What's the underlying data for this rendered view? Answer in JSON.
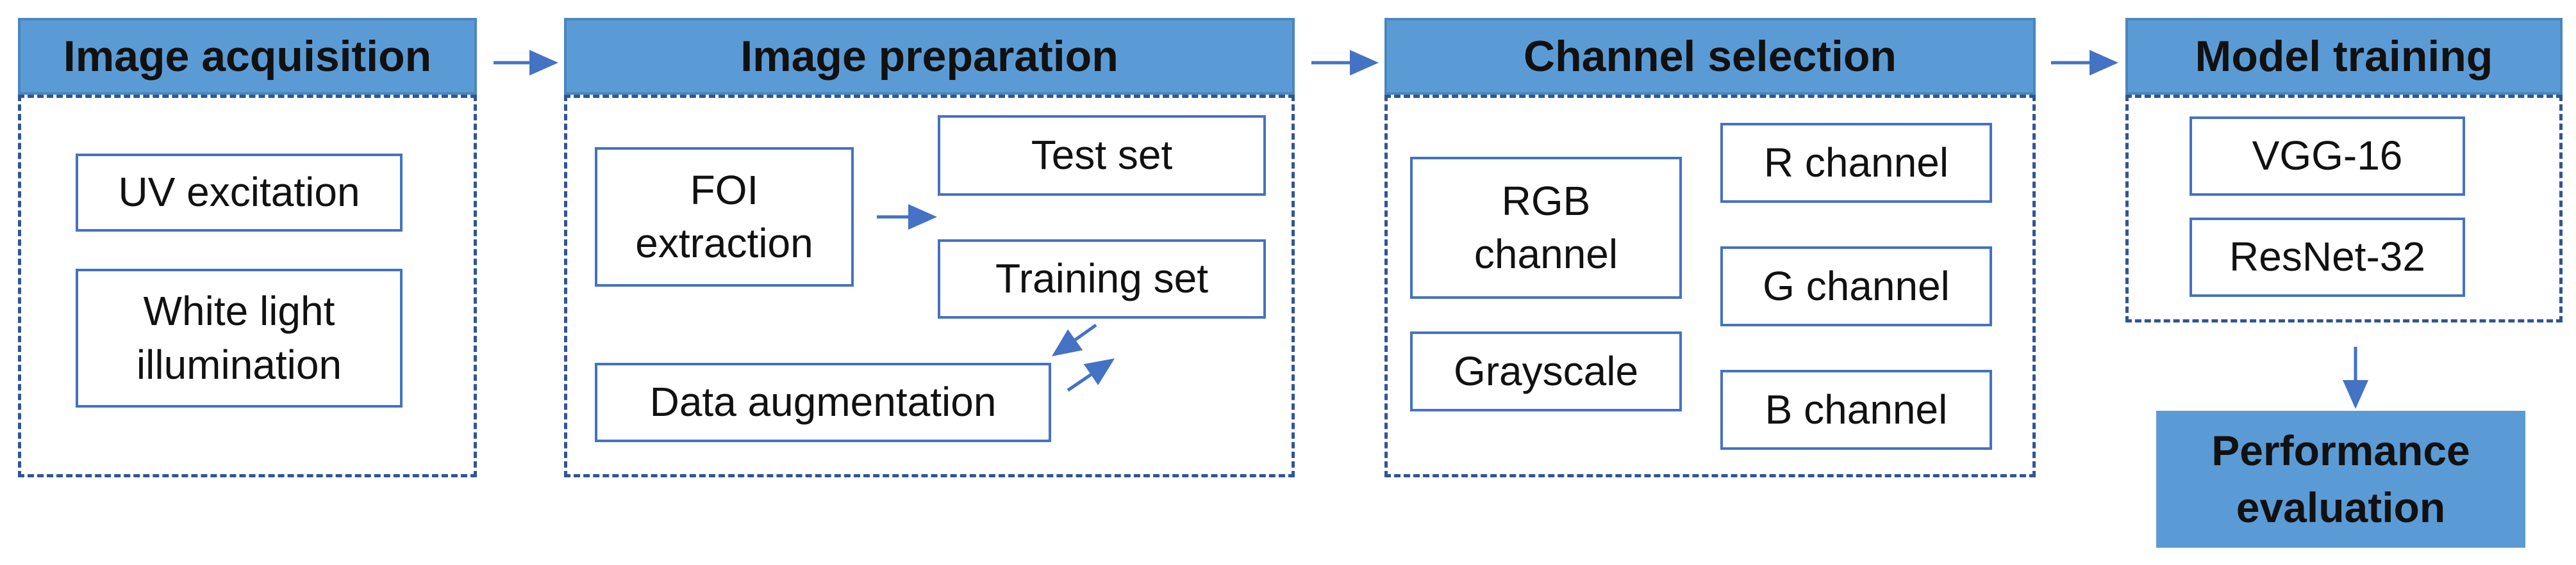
{
  "colors": {
    "header_fill": "#5b9bd5",
    "box_border": "#4472c4",
    "dashed_border": "#2f5597",
    "arrow": "#4472c4"
  },
  "stages": {
    "acquisition": {
      "title": "Image acquisition",
      "items": [
        "UV excitation",
        "White light\nillumination"
      ]
    },
    "preparation": {
      "title": "Image preparation",
      "items": [
        "FOI\nextraction",
        "Test set",
        "Training set",
        "Data augmentation"
      ]
    },
    "channel": {
      "title": "Channel selection",
      "items": [
        "RGB\nchannel",
        "Grayscale",
        "R channel",
        "G channel",
        "B channel"
      ]
    },
    "training": {
      "title": "Model training",
      "items": [
        "VGG-16",
        "ResNet-32"
      ]
    }
  },
  "evaluation": {
    "label": "Performance\nevaluation"
  }
}
